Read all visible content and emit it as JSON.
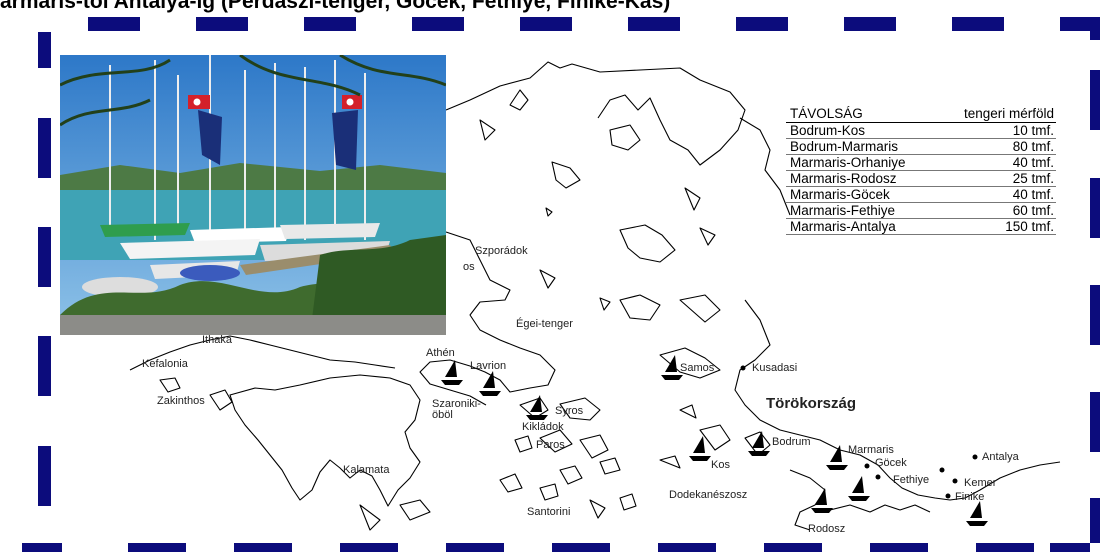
{
  "title": "armaris-tól Antalya-ig (Perdaszi-tenger, Göcek, Fethiye, Finike-Kas)",
  "distance_table": {
    "header_left": "TÁVOLSÁG",
    "header_right": "tengeri mérföld",
    "rows": [
      {
        "route": "Bodrum-Kos",
        "dist": "10 tmf."
      },
      {
        "route": "Bodrum-Marmaris",
        "dist": "80 tmf."
      },
      {
        "route": "Marmaris-Orhaniye",
        "dist": "40 tmf."
      },
      {
        "route": "Marmaris-Rodosz",
        "dist": "25 tmf."
      },
      {
        "route": "Marmaris-Göcek",
        "dist": "40 tmf."
      },
      {
        "route": "Marmaris-Fethiye",
        "dist": "60 tmf."
      },
      {
        "route": "Marmaris-Antalya",
        "dist": "150 tmf."
      }
    ]
  },
  "map_labels": {
    "szporadok": "Szporádok",
    "szporadok_partial": "os",
    "egei": "Égei-tenger",
    "kefalonia": "Kefalonia",
    "kefalonia_partial": "Ithaka",
    "zakinthos": "Zakinthos",
    "athen": "Athén",
    "lavrion": "Lavrion",
    "szaroniki": "Szaroniki-",
    "obol": "öböl",
    "syros": "Syros",
    "kikladok": "Kikládok",
    "paros": "Paros",
    "kalamata": "Kalamata",
    "santorini": "Santorini",
    "samos": "Samos",
    "kusadasi": "Kusadasi",
    "torokorszag": "Törökország",
    "bodrum": "Bodrum",
    "kos": "Kos",
    "marmaris": "Marmaris",
    "gocek": "Göcek",
    "fethiye": "Fethiye",
    "antalya": "Antalya",
    "kemer": "Kemer",
    "finike": "Finike",
    "dodekaneszosz": "Dodekanészosz",
    "rodosz": "Rodosz"
  },
  "colors": {
    "frame": "#0c0c7c",
    "sea": "#ffffff",
    "coast": "#000000"
  },
  "photo": {
    "subject": "marina-with-sailboats-and-turkish-flags"
  }
}
